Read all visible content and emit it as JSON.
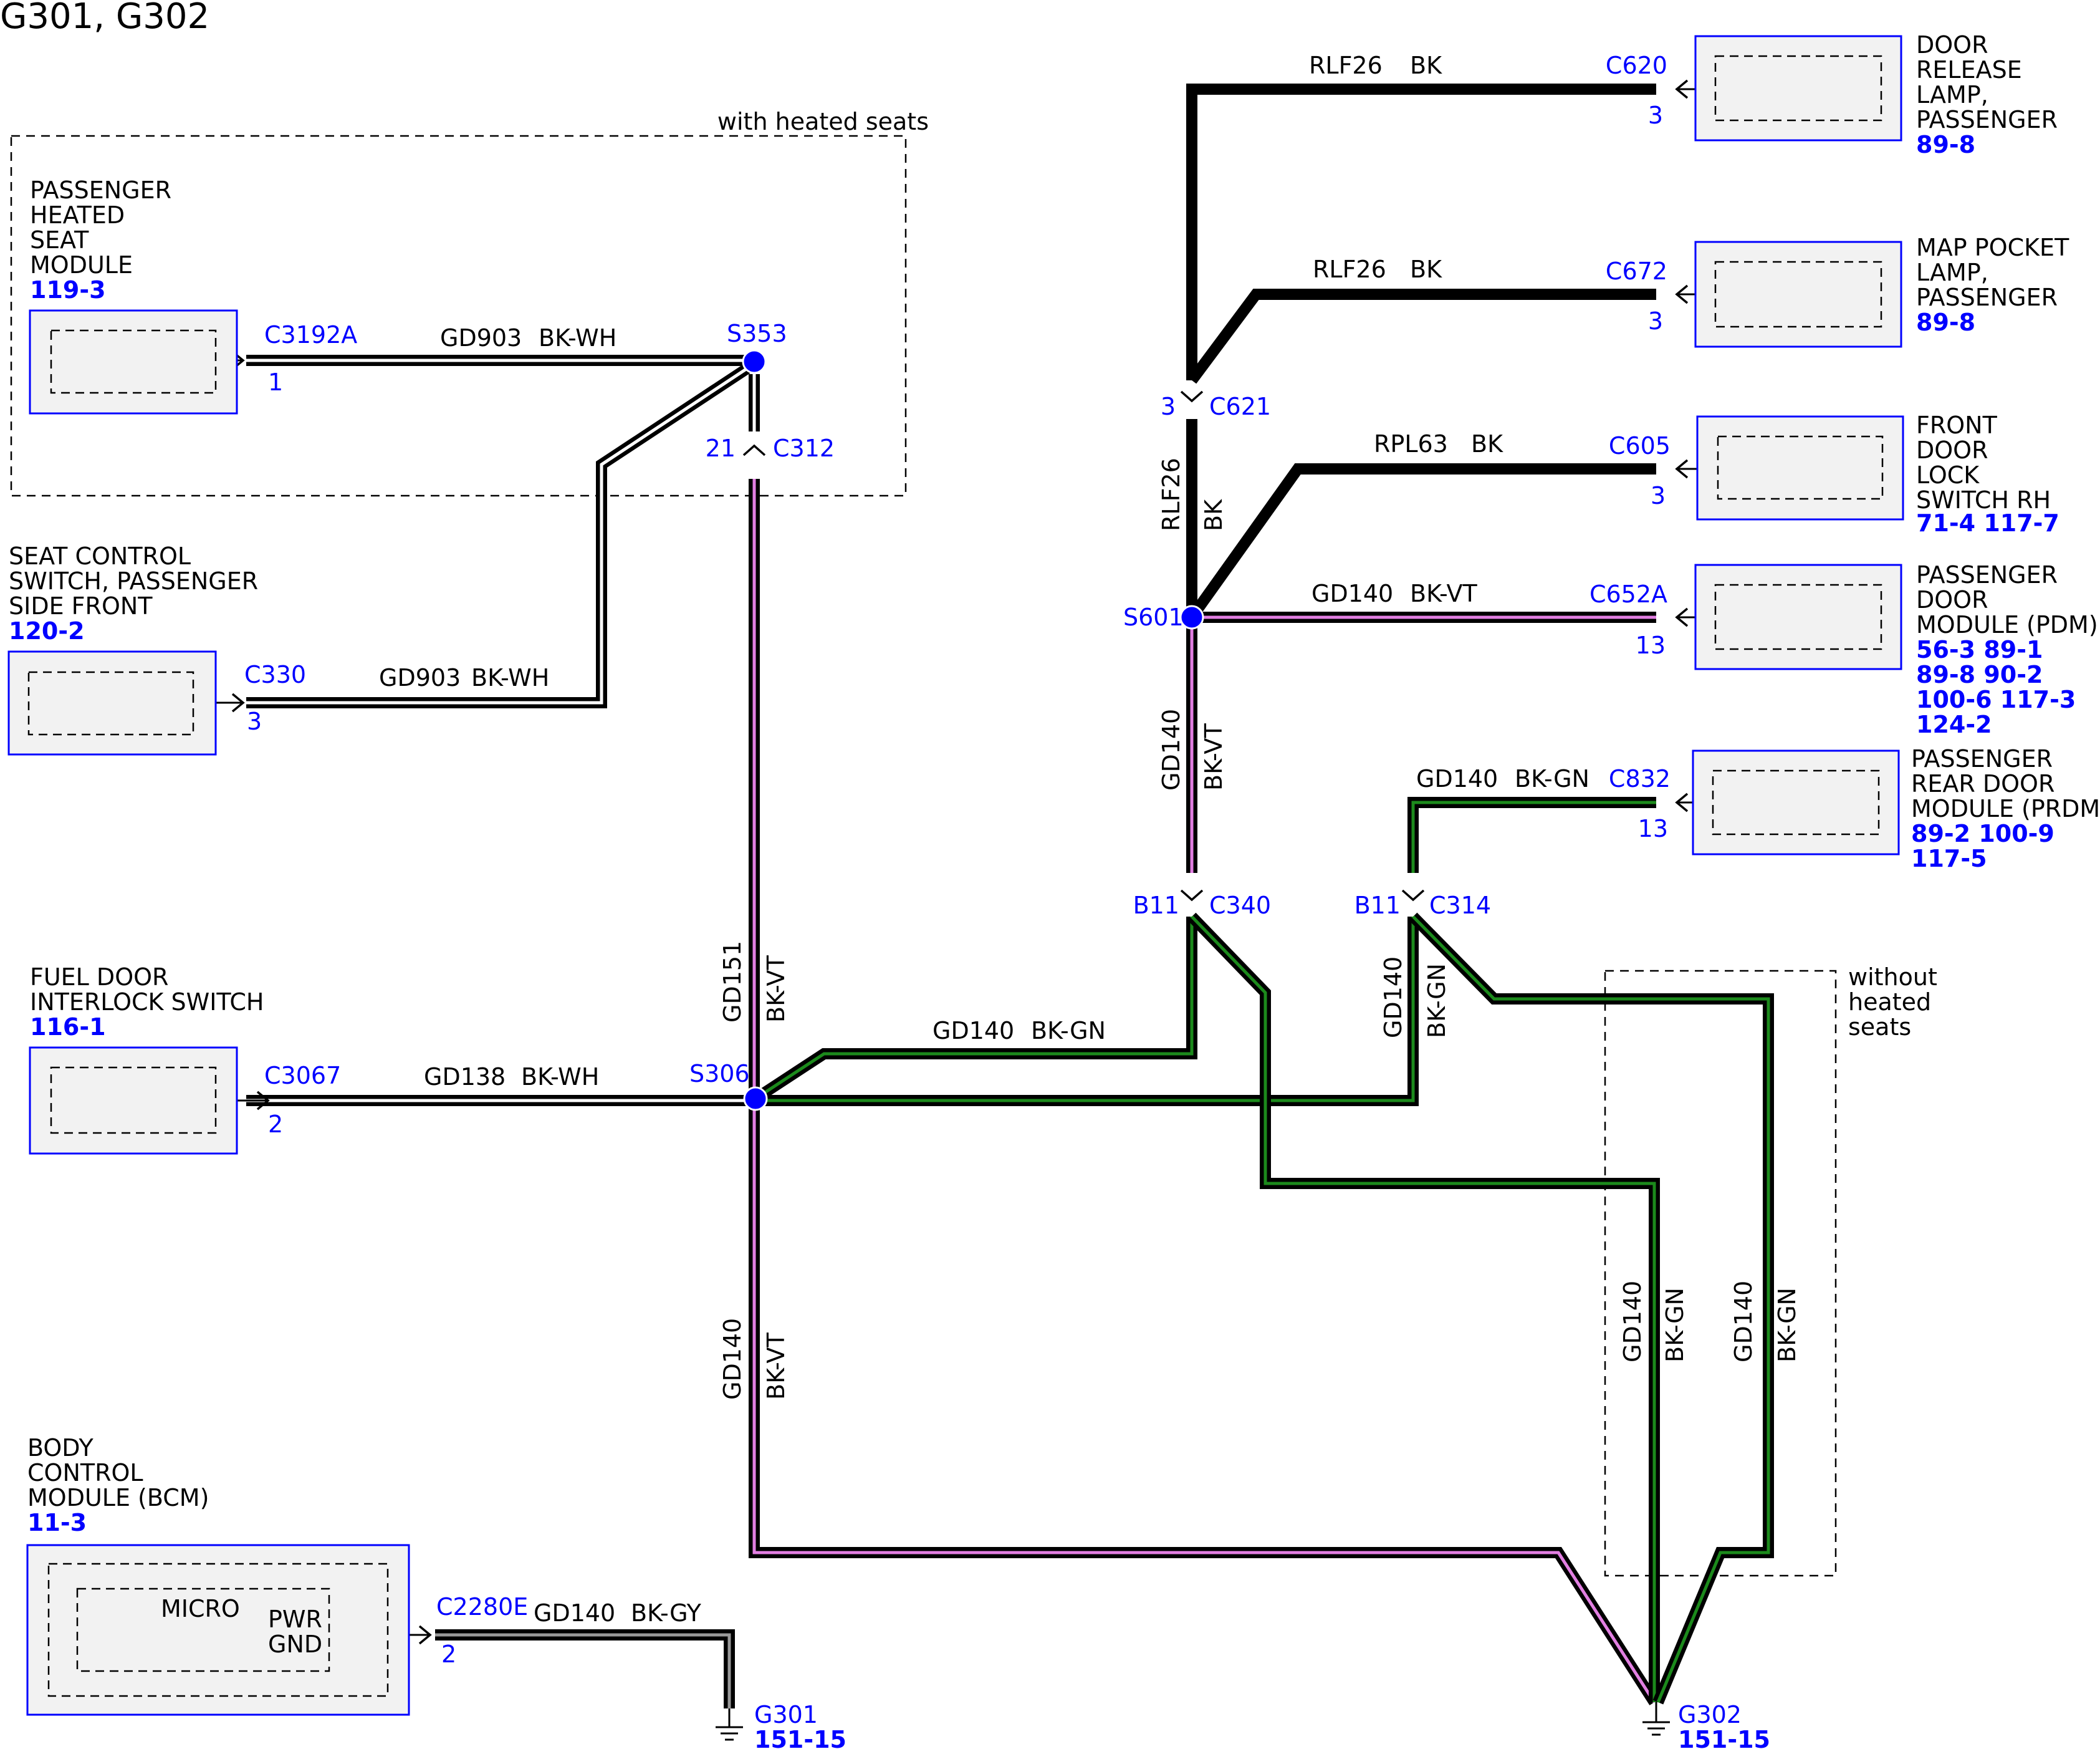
{
  "title": "G301, G302",
  "zones": {
    "heated": "with heated seats",
    "unheated": [
      "without",
      "heated",
      "seats"
    ]
  },
  "components": {
    "phsm": {
      "name": [
        "PASSENGER",
        "HEATED",
        "SEAT",
        "MODULE"
      ],
      "refs": [
        "119-3"
      ]
    },
    "scs": {
      "name": [
        "SEAT CONTROL",
        "SWITCH, PASSENGER",
        "SIDE FRONT"
      ],
      "refs": [
        "120-2"
      ]
    },
    "fuel": {
      "name": [
        "FUEL DOOR",
        "INTERLOCK SWITCH"
      ],
      "refs": [
        "116-1"
      ]
    },
    "bcm": {
      "name": [
        "BODY",
        "CONTROL",
        "MODULE (BCM)"
      ],
      "refs": [
        "11-3"
      ],
      "micro": "MICRO",
      "pwr": "PWR",
      "gnd": "GND"
    },
    "drl": {
      "name": [
        "DOOR",
        "RELEASE",
        "LAMP,",
        "PASSENGER"
      ],
      "refs": [
        "89-8"
      ]
    },
    "mpl": {
      "name": [
        "MAP POCKET",
        "LAMP,",
        "PASSENGER"
      ],
      "refs": [
        "89-8"
      ]
    },
    "fdl": {
      "name": [
        "FRONT",
        "DOOR",
        "LOCK",
        "SWITCH RH"
      ],
      "refs": [
        "71-4  117-7"
      ]
    },
    "pdm": {
      "name": [
        "PASSENGER",
        "DOOR",
        "MODULE (PDM)"
      ],
      "refs": [
        "56-3  89-1",
        "89-8  90-2",
        "100-6 117-3",
        "124-2"
      ]
    },
    "prdm": {
      "name": [
        "PASSENGER",
        "REAR DOOR",
        "MODULE (PRDM)"
      ],
      "refs": [
        "89-2  100-9",
        "117-5"
      ]
    }
  },
  "connectors": {
    "c3192a": {
      "id": "C3192A",
      "pin": "1"
    },
    "c330": {
      "id": "C330",
      "pin": "3"
    },
    "c3067": {
      "id": "C3067",
      "pin": "2"
    },
    "c2280e": {
      "id": "C2280E",
      "pin": "2"
    },
    "c312": {
      "id": "C312",
      "pin": "21"
    },
    "c621": {
      "id": "C621",
      "pin": "3"
    },
    "c340": {
      "id": "C340",
      "pin": "B11"
    },
    "c314": {
      "id": "C314",
      "pin": "B11"
    },
    "c620": {
      "id": "C620",
      "pin": "3"
    },
    "c672": {
      "id": "C672",
      "pin": "3"
    },
    "c605": {
      "id": "C605",
      "pin": "3"
    },
    "c652a": {
      "id": "C652A",
      "pin": "13"
    },
    "c832": {
      "id": "C832",
      "pin": "13"
    }
  },
  "splices": {
    "s353": "S353",
    "s306": "S306",
    "s601": "S601"
  },
  "grounds": {
    "g301": {
      "id": "G301",
      "ref": "151-15"
    },
    "g302": {
      "id": "G302",
      "ref": "151-15"
    }
  },
  "wires": {
    "w_3192a": {
      "circuit": "GD903",
      "color": "BK-WH"
    },
    "w_330": {
      "circuit": "GD903",
      "color": "BK-WH"
    },
    "w_3067": {
      "circuit": "GD138",
      "color": "BK-WH"
    },
    "w_bcm": {
      "circuit": "GD140",
      "color": "BK-GY"
    },
    "w_c312_s306": {
      "circuit": "GD151",
      "color": "BK-VT"
    },
    "w_s306_g302": {
      "circuit": "GD140",
      "color": "BK-VT"
    },
    "w_s306_c340": {
      "circuit": "GD140",
      "color": "BK-GN"
    },
    "w_c314_down": {
      "circuit": "GD140",
      "color": "BK-GN"
    },
    "w_g302_a": {
      "circuit": "GD140",
      "color": "BK-GN"
    },
    "w_g302_b": {
      "circuit": "GD140",
      "color": "BK-GN"
    },
    "w_c620": {
      "circuit": "RLF26",
      "color": "BK"
    },
    "w_c672": {
      "circuit": "RLF26",
      "color": "BK"
    },
    "w_c621_s601": {
      "circuit": "RLF26",
      "color": "BK"
    },
    "w_c605": {
      "circuit": "RPL63",
      "color": "BK"
    },
    "w_c652a": {
      "circuit": "GD140",
      "color": "BK-VT"
    },
    "w_s601_c340": {
      "circuit": "GD140",
      "color": "BK-VT"
    },
    "w_c832": {
      "circuit": "GD140",
      "color": "BK-GN"
    }
  },
  "colors": {
    "bk": "#000000",
    "wh": "#ffffff",
    "vt": "#e27fe2",
    "gn": "#1c8a1c",
    "gy": "#999999",
    "label_blue": "#0000ff"
  }
}
